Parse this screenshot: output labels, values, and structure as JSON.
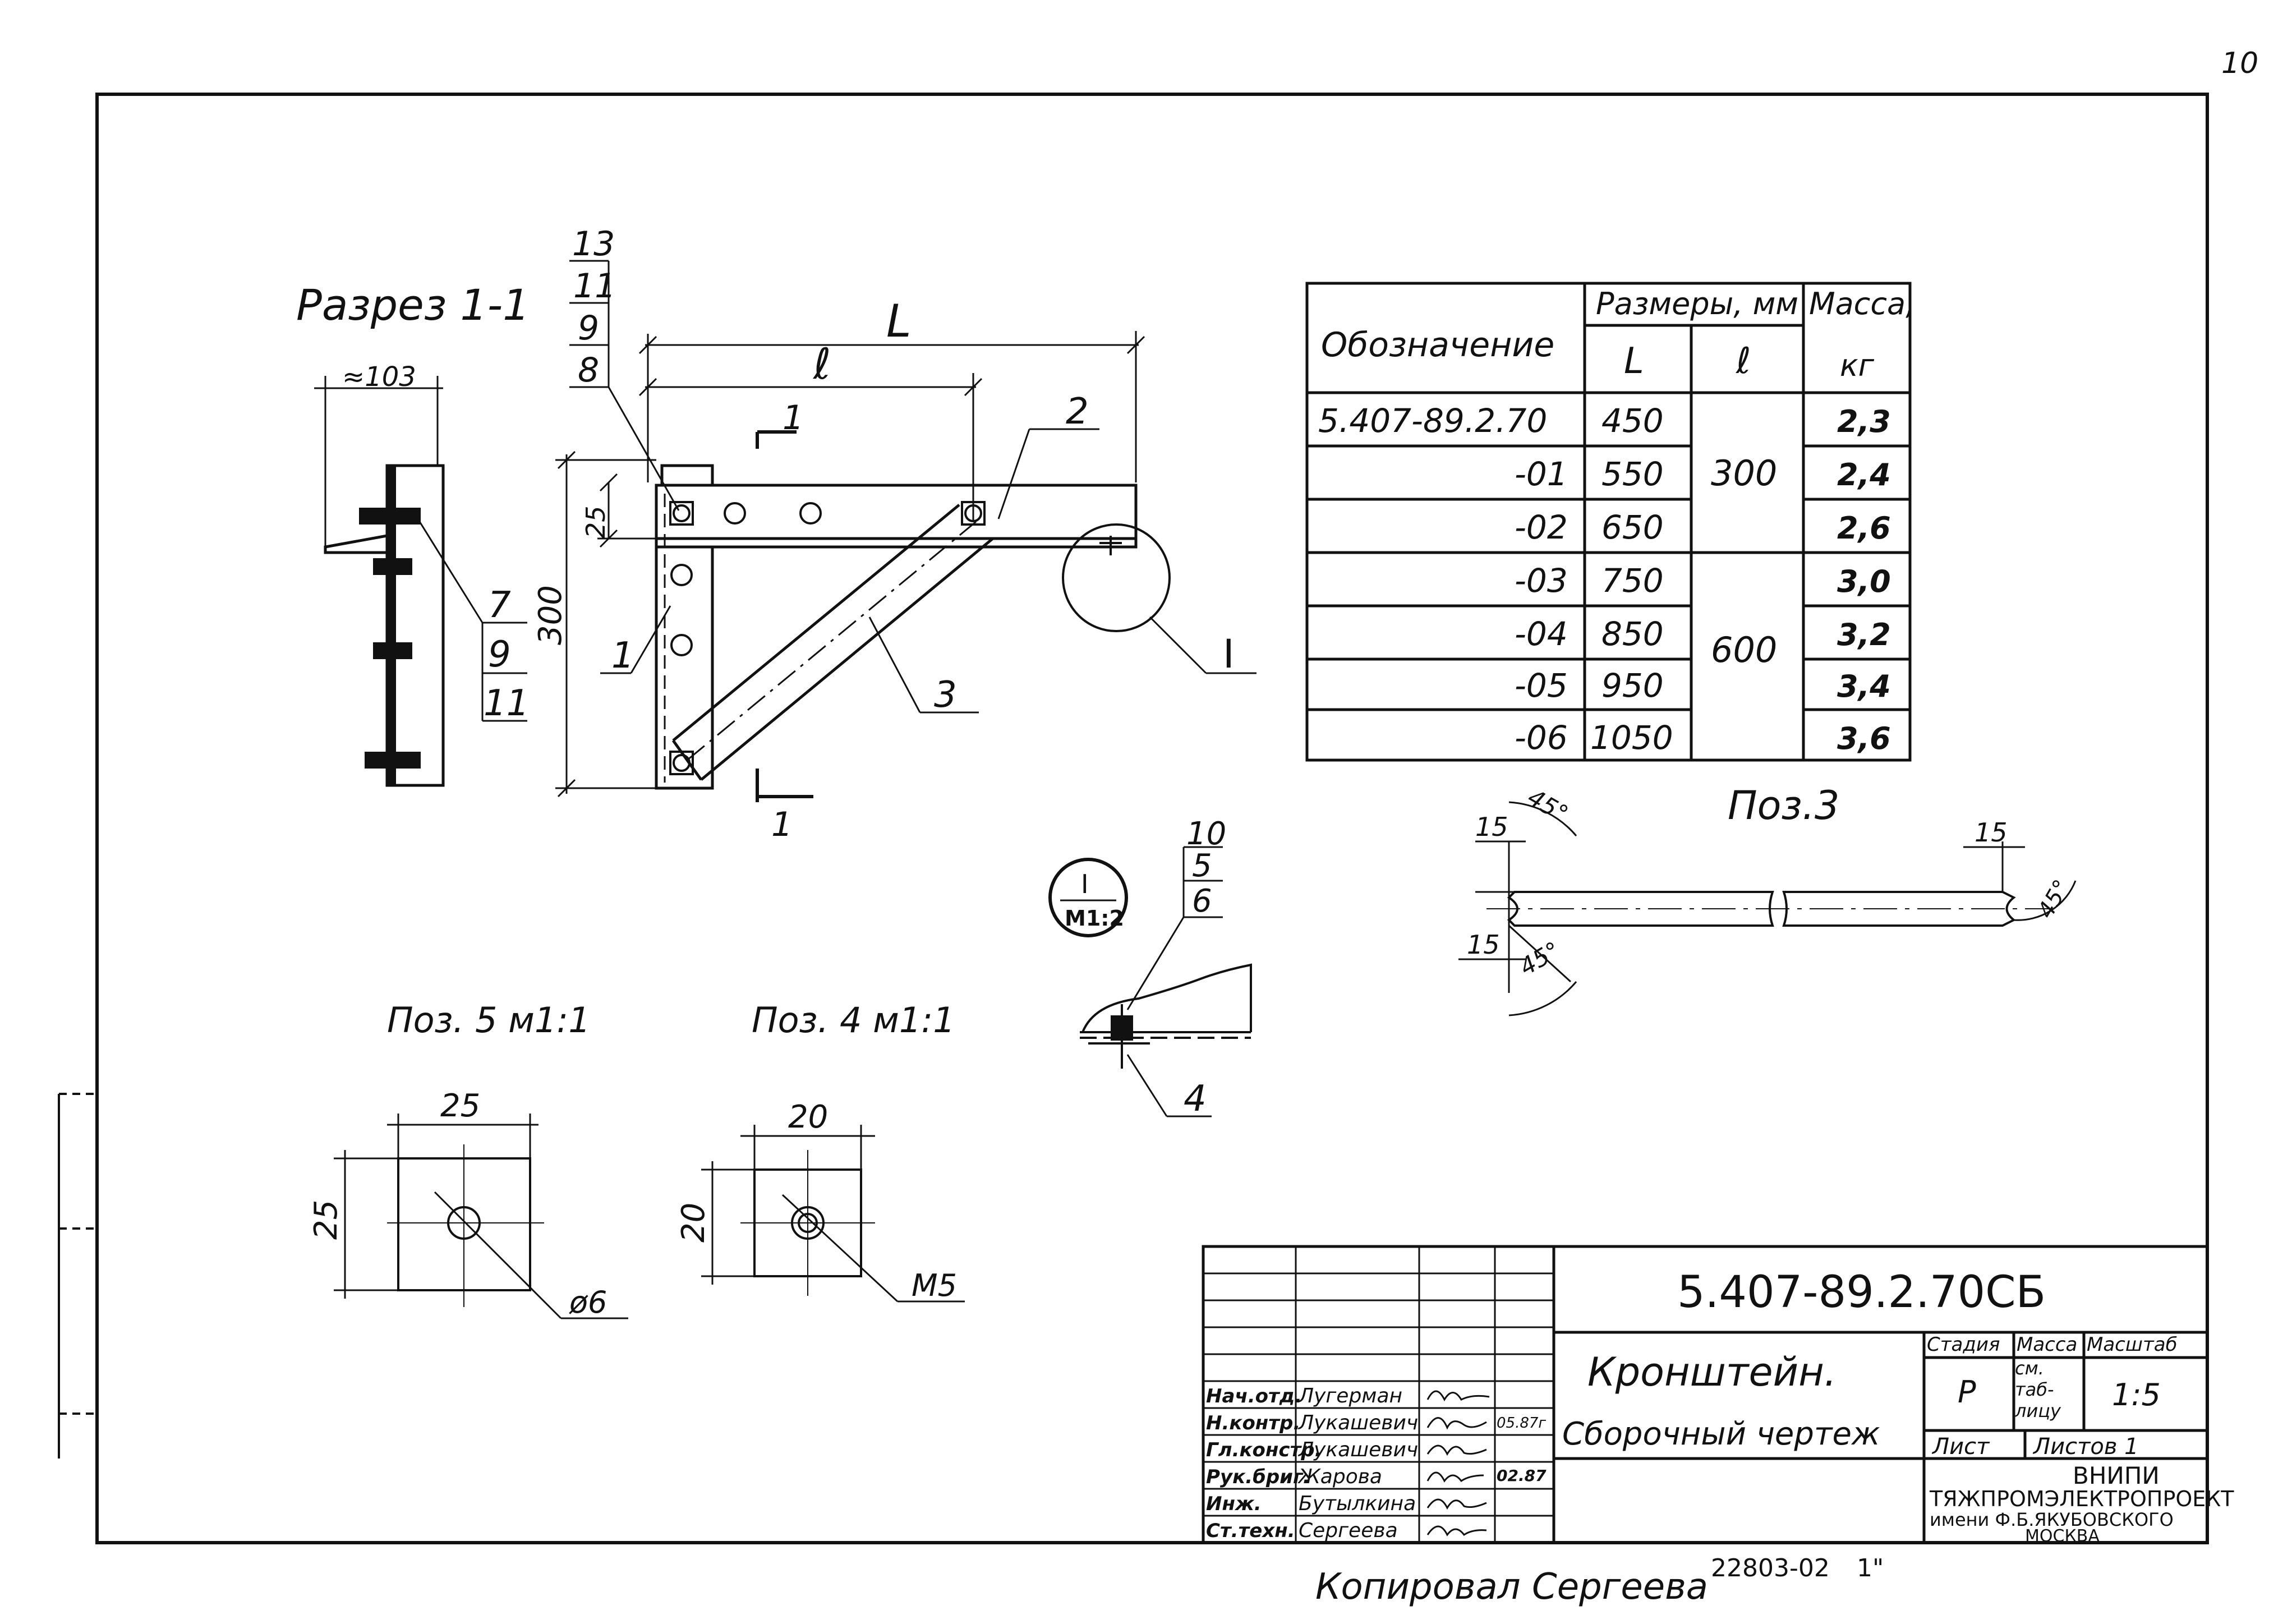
{
  "sheet_number": "10",
  "section_title": "Разрез 1-1",
  "dims": {
    "approx_103": "≈103",
    "L": "L",
    "l": "ℓ",
    "d25": "25",
    "d300": "300",
    "pos3_15_a": "15",
    "pos3_15_b": "15",
    "pos3_15_c": "15",
    "pos3_45_a": "45°",
    "pos3_45_b": "45°",
    "pos3_45_c": "45°"
  },
  "callouts": {
    "stack_top": [
      "13",
      "11",
      "9",
      "8"
    ],
    "stack_right": [
      "7",
      "9",
      "11"
    ],
    "stack_detail": [
      "10",
      "5",
      "6"
    ],
    "pos1": "1",
    "pos2": "2",
    "pos3": "3",
    "pos4": "4",
    "detail_I": "I",
    "section_mark": "1"
  },
  "detail_badge": {
    "top": "I",
    "bottom": "M1:2"
  },
  "pos3_title": "Поз.3",
  "pos5": {
    "title": "Поз. 5  м1:1",
    "w": "25",
    "h": "25",
    "hole": "ø6"
  },
  "pos4": {
    "title": "Поз. 4  м1:1",
    "w": "20",
    "h": "20",
    "hole": "M5"
  },
  "spec_table": {
    "headers": {
      "designation": "Обозначение",
      "dimensions": "Размеры, мм",
      "mass": "Масса,",
      "mass_unit": "кг",
      "L": "L",
      "l": "ℓ"
    },
    "rows": [
      {
        "designation": "5.407-89.2.70",
        "L": "450",
        "mass": "2,3"
      },
      {
        "designation": "-01",
        "L": "550",
        "mass": "2,4"
      },
      {
        "designation": "-02",
        "L": "650",
        "mass": "2,6"
      },
      {
        "designation": "-03",
        "L": "750",
        "mass": "3,0"
      },
      {
        "designation": "-04",
        "L": "850",
        "mass": "3,2"
      },
      {
        "designation": "-05",
        "L": "950",
        "mass": "3,4"
      },
      {
        "designation": "-06",
        "L": "1050",
        "mass": "3,6"
      }
    ],
    "l_groups": [
      "300",
      "600"
    ]
  },
  "title_block": {
    "doc_code": "5.407-89.2.70СБ",
    "name_line1": "Кронштейн.",
    "name_line2": "Сборочный чертеж",
    "stage_header": "Стадия",
    "mass_header": "Масса",
    "scale_header": "Масштаб",
    "stage_value": "Р",
    "mass_value": "см. таб- лицу",
    "scale_value": "1:5",
    "sheet_label": "Лист",
    "sheets_label": "Листов 1",
    "org_line1": "ВНИПИ",
    "org_line2": "ТЯЖПРОМЭЛЕКТРОПРОЕКТ",
    "org_line3": "имени Ф.Б.ЯКУБОВСКОГО",
    "org_line4": "МОСКВА",
    "date1": "05.87г",
    "date2": "02.87",
    "signers": [
      {
        "role": "Нач.отд.",
        "name": "Лугерман"
      },
      {
        "role": "Н.контр.",
        "name": "Лукашевич"
      },
      {
        "role": "Гл.констр.",
        "name": "Лукашевич"
      },
      {
        "role": "Рук.бриг.",
        "name": "Жарова"
      },
      {
        "role": "Инж.",
        "name": "Бутылкина"
      },
      {
        "role": "Ст.техн.",
        "name": "Сергеева"
      }
    ]
  },
  "footer": {
    "copied": "Копировал  Сергеева",
    "code": "22803-02",
    "format": "1\""
  }
}
